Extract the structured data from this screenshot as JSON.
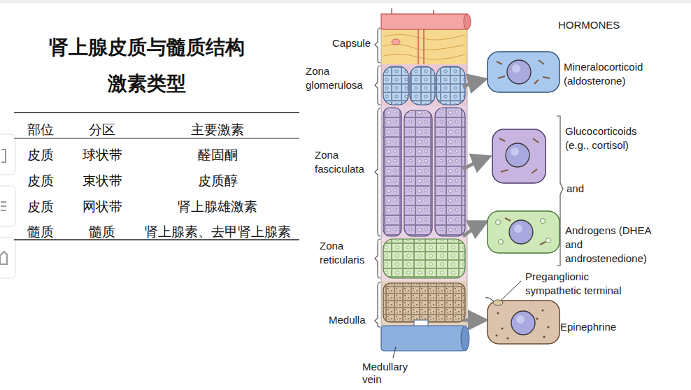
{
  "diagram": {
    "title": "肾上腺皮质与髓质结构 激素类型",
    "labels": [
      "部位",
      "分区",
      "主要激素",
      "皮质",
      "球状带",
      "醛固酮",
      "皮质",
      "束状带",
      "皮质醇",
      "皮质",
      "网状带",
      "肾上腺雄激素",
      "髓质",
      "髓质",
      "肾上腺素、去甲肾上腺素",
      "Capsule",
      "Zona glomerulosa",
      "Zona fasciculata",
      "Zona reticularis",
      "Medulla",
      "Medullary vein",
      "HORMONES",
      "Mineralocorticoid (aldosterone)",
      "Glucocorticoids (e.g., cortisol)",
      "and",
      "Androgens (DHEA and androstenedione)",
      "Preganglionic sympathetic terminal",
      "Epinephrine"
    ]
  }
}
